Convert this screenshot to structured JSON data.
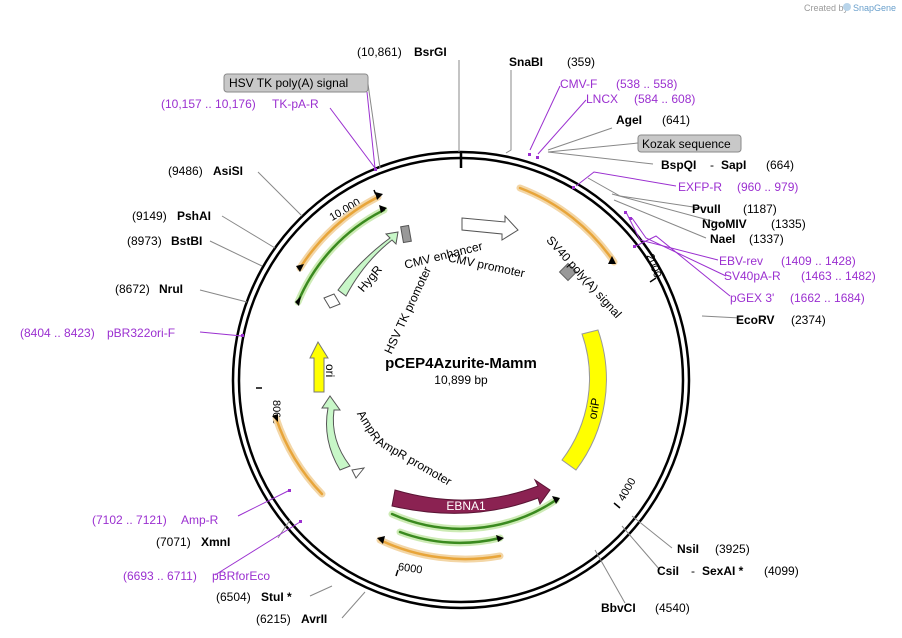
{
  "branding": {
    "created_by": "Created by",
    "brand": "SnapGene"
  },
  "plasmid": {
    "name": "pCEP4Azurite-Mamm",
    "length": "10,899 bp"
  },
  "ticks": [
    "10,000",
    "2000",
    "4000",
    "6000",
    "8000"
  ],
  "sites": [
    {
      "name": "BsrGI",
      "pos": "(10,861)"
    },
    {
      "name": "SnaBI",
      "pos": "(359)"
    },
    {
      "name": "AgeI",
      "pos": "(641)"
    },
    {
      "name": "BspQI",
      "sep": "-",
      "name2": "SapI",
      "pos": "(664)"
    },
    {
      "name": "PvuII",
      "pos": "(1187)"
    },
    {
      "name": "NgoMIV",
      "pos": "(1335)"
    },
    {
      "name": "NaeI",
      "pos": "(1337)"
    },
    {
      "name": "EcoRV",
      "pos": "(2374)"
    },
    {
      "name": "NsiI",
      "pos": "(3925)"
    },
    {
      "name": "CsiI",
      "sep": "-",
      "name2": "SexAI *",
      "pos": "(4099)"
    },
    {
      "name": "BbvCI",
      "pos": "(4540)"
    },
    {
      "name": "AvrII",
      "pos": "(6215)"
    },
    {
      "name": "StuI *",
      "pos": "(6504)"
    },
    {
      "name": "XmnI",
      "pos": "(7071)"
    },
    {
      "name": "NruI",
      "pos": "(8672)"
    },
    {
      "name": "BstBI",
      "pos": "(8973)"
    },
    {
      "name": "PshAI",
      "pos": "(9149)"
    },
    {
      "name": "AsiSI",
      "pos": "(9486)"
    }
  ],
  "primers": [
    {
      "name": "CMV-F",
      "range": "(538 .. 558)"
    },
    {
      "name": "LNCX",
      "range": "(584 .. 608)"
    },
    {
      "name": "EXFP-R",
      "range": "(960 .. 979)"
    },
    {
      "name": "EBV-rev",
      "range": "(1409 .. 1428)"
    },
    {
      "name": "SV40pA-R",
      "range": "(1463 .. 1482)"
    },
    {
      "name": "pGEX 3'",
      "range": "(1662 .. 1684)"
    },
    {
      "name": "Amp-R",
      "range": "(7102 .. 7121)"
    },
    {
      "name": "pBRforEco",
      "range": "(6693 .. 6711)"
    },
    {
      "name": "pBR322ori-F",
      "range": "(8404 .. 8423)"
    },
    {
      "name": "TK-pA-R",
      "range": "(10,157 .. 10,176)"
    }
  ],
  "boxed_features": [
    "HSV TK poly(A) signal",
    "Kozak sequence"
  ],
  "features": {
    "cmv_enhancer": "CMV enhancer",
    "cmv_promoter": "CMV promoter",
    "sv40_polya": "SV40 poly(A) signal",
    "orip": "oriP",
    "ebna1": "EBNA1",
    "ampr": "AmpR",
    "ampr_promoter": "AmpR promoter",
    "ori": "ori",
    "hsv_tk_promoter": "HSV TK promoter",
    "hygr": "HygR"
  },
  "colors": {
    "primer": "#9b30d0",
    "orf_orange": "#e8a53a",
    "orf_green": "#3a8a1f",
    "orip": "#ffff00",
    "ebna1": "#8b2252",
    "resistance": "#c8f7c8",
    "kozak_box": "#c8c8c8"
  }
}
